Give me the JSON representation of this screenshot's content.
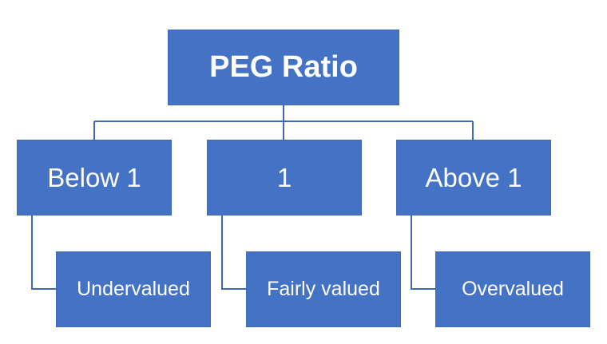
{
  "diagram": {
    "root": {
      "label": "PEG Ratio"
    },
    "branches": [
      {
        "label": "Below 1",
        "child": "Undervalued"
      },
      {
        "label": "1",
        "child": "Fairly valued"
      },
      {
        "label": "Above 1",
        "child": "Overvalued"
      }
    ]
  },
  "colors": {
    "box_fill": "#4472c4",
    "box_border": "#3f68b5",
    "text": "#ffffff",
    "connector": "#3f68b5",
    "background": "#ffffff"
  }
}
